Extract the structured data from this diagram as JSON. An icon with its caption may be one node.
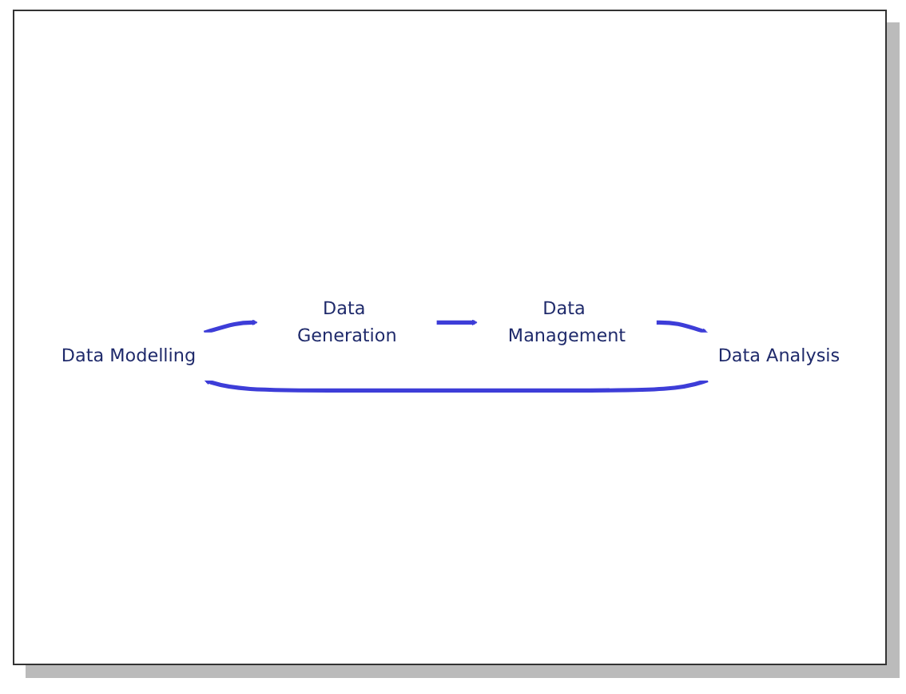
{
  "diagram": {
    "nodes": [
      {
        "text": [
          "Data Modelling"
        ]
      },
      {
        "text": [
          "Data Generation"
        ]
      },
      {
        "text": [
          "Data Management"
        ]
      },
      {
        "text": [
          "Data Analysis"
        ]
      }
    ],
    "edges": [
      {
        "from": 0,
        "to": 1,
        "arrow": "to"
      },
      {
        "from": 1,
        "to": 2,
        "arrow": "to"
      },
      {
        "from": 2,
        "to": 3,
        "arrow": "to"
      },
      {
        "from": 3,
        "to": 0,
        "arrow": "to"
      }
    ]
  }
}
